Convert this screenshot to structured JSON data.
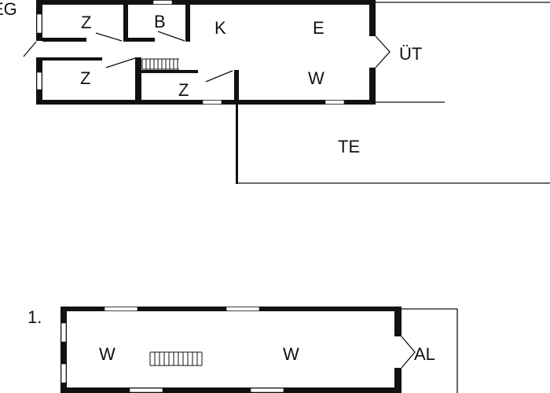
{
  "floors": {
    "ground": {
      "label": "EG",
      "rooms": {
        "z1": "Z",
        "bath": "B",
        "kitchen": "K",
        "dining": "E",
        "z2": "Z",
        "z3": "Z",
        "living": "W",
        "terrace": "TE",
        "exit": "ÜT"
      }
    },
    "first": {
      "label": "1.",
      "rooms": {
        "living_left": "W",
        "living_right": "W",
        "balcony": "AL"
      }
    }
  },
  "colors": {
    "wall": "#111111",
    "background": "#ffffff"
  }
}
